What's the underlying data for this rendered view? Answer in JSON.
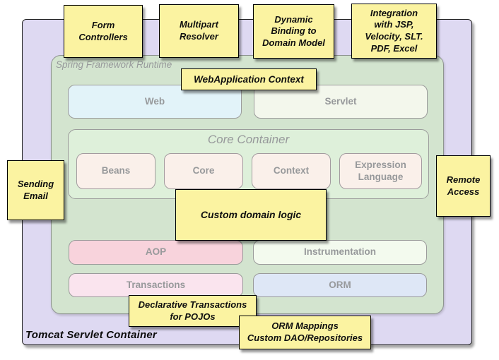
{
  "colors": {
    "note_bg": "#FBF3A1",
    "note_border": "#000000",
    "note_text": "#101010",
    "tomcat_bg": "#DED9F2",
    "tomcat_border": "#222222",
    "spring_bg": "#D3E4CF",
    "spring_border": "#8E9490",
    "core_bg": "#DEF0DA",
    "web_bg": "#E2F3F9",
    "servlet_bg": "#F3F7EC",
    "module_bg": "#FAF0EA",
    "aop_bg": "#F8D3DC",
    "instrumentation_bg": "#F3FAEE",
    "transactions_bg": "#FAE4EE",
    "orm_bg": "#DEE7F6",
    "muted_text": "#97999B"
  },
  "container": {
    "label": "Tomcat Servlet Container"
  },
  "runtime": {
    "label": "Spring Framework Runtime"
  },
  "layers": {
    "web": {
      "label": "Web"
    },
    "servlet": {
      "label": "Servlet"
    },
    "core_container": {
      "title": "Core Container",
      "modules": [
        {
          "label": "Beans"
        },
        {
          "label": "Core"
        },
        {
          "label": "Context"
        },
        {
          "label": "Expression Language"
        }
      ]
    },
    "aop": {
      "label": "AOP"
    },
    "instrumentation": {
      "label": "Instrumentation"
    },
    "transactions": {
      "label": "Transactions"
    },
    "orm": {
      "label": "ORM"
    }
  },
  "notes": {
    "form_controllers": {
      "label": "Form\nControllers"
    },
    "multipart_resolver": {
      "label": "Multipart\nResolver"
    },
    "dynamic_binding": {
      "label": "Dynamic\nBinding to\nDomain Model"
    },
    "view_integration": {
      "label": "Integration\nwith JSP,\nVelocity, SLT.\nPDF, Excel"
    },
    "webapplication_context": {
      "label": "WebApplication Context"
    },
    "custom_domain_logic": {
      "label": "Custom domain logic"
    },
    "sending_email": {
      "label": "Sending\nEmail"
    },
    "remote_access": {
      "label": "Remote\nAccess"
    },
    "declarative_transactions": {
      "label": "Declarative Transactions\nfor POJOs"
    },
    "orm_mappings": {
      "label": "ORM Mappings\nCustom DAO/Repositories"
    }
  }
}
